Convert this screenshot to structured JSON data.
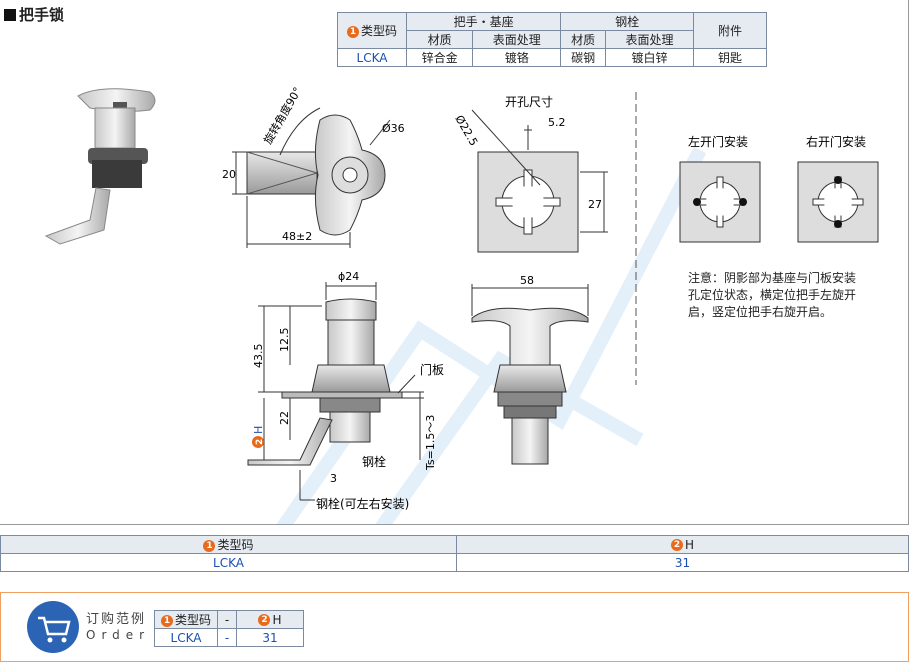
{
  "title": "把手锁",
  "spec_table": {
    "header_row1": {
      "type_code": "类型码",
      "group1": "把手・基座",
      "group2": "钢栓",
      "group3": "附件"
    },
    "header_row2": {
      "c1": "材质",
      "c2": "表面处理",
      "c3": "材质",
      "c4": "表面处理"
    },
    "row": {
      "type_code": "LCKA",
      "c1": "锌合金",
      "c2": "镀铬",
      "c3": "碳钢",
      "c4": "镀白锌",
      "c5": "钥匙"
    }
  },
  "markers": {
    "one": "1",
    "two": "2"
  },
  "dims_top": {
    "rotation": "旋转角度90°",
    "diameter": "Ø36",
    "height": "20",
    "width": "48±2"
  },
  "cutout": {
    "title": "开孔尺寸",
    "d": "Ø22.5",
    "w": "5.2",
    "h": "27"
  },
  "install": {
    "left": "左开门安装",
    "right": "右开门安装",
    "note_lines": [
      "注意：阴影部为基座与门板安装",
      "孔定位状态，横定位把手左旋开",
      "启，竖定位把手右旋开启。"
    ]
  },
  "dims_side": {
    "d24": "ϕ24",
    "h435": "43.5",
    "h125": "12.5",
    "h22": "22",
    "h_label": "H",
    "door": "门板",
    "ts": "Ts=1.5～3",
    "bolt": "钢栓",
    "three": "3",
    "bolt_note": "钢栓(可左右安装)",
    "w58": "58"
  },
  "bottom": {
    "type_code": "类型码",
    "h": "H",
    "val_type": "LCKA",
    "val_h": "31"
  },
  "order": {
    "cn": "订购范例",
    "en": "Order",
    "type_code": "类型码",
    "dash": "-",
    "h": "H",
    "val_type": "LCKA",
    "val_h": "31"
  }
}
